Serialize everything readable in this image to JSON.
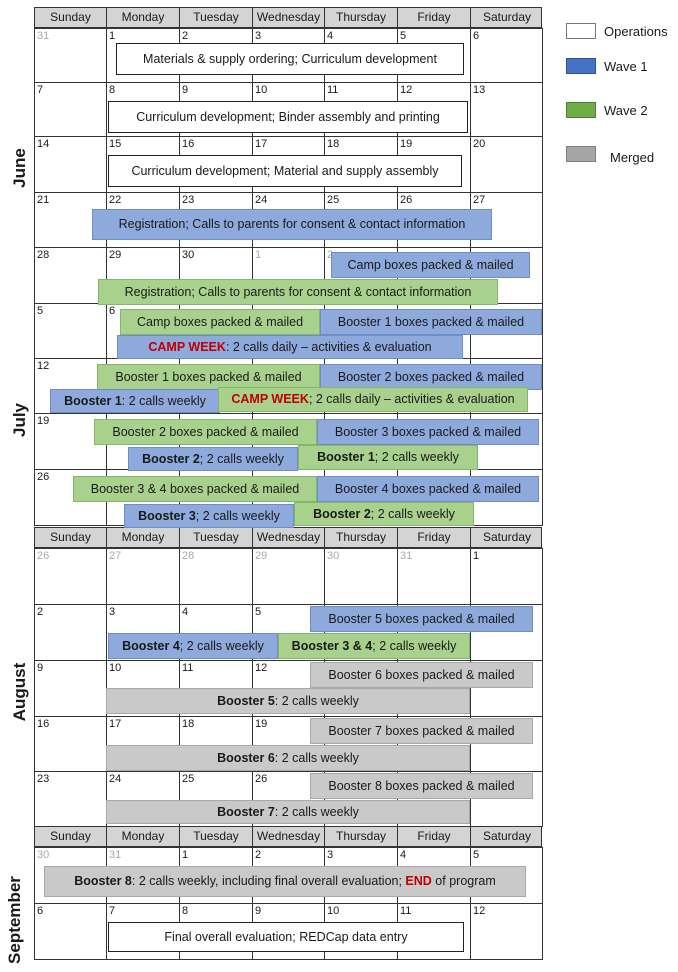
{
  "weekdays": [
    "Sunday",
    "Monday",
    "Tuesday",
    "Wednesday",
    "Thursday",
    "Friday",
    "Saturday"
  ],
  "months": [
    "June",
    "July",
    "August",
    "September"
  ],
  "legend": [
    {
      "label": "Operations",
      "color": "#ffffff"
    },
    {
      "label": "Wave 1",
      "color": "#4472c4"
    },
    {
      "label": "Wave 2",
      "color": "#70ad47"
    },
    {
      "label": "Merged",
      "color": "#a6a6a6"
    }
  ],
  "june_days": [
    "31",
    "1",
    "2",
    "3",
    "4",
    "5",
    "6",
    "7",
    "8",
    "9",
    "10",
    "11",
    "12",
    "13",
    "14",
    "15",
    "16",
    "17",
    "18",
    "19",
    "20",
    "21",
    "22",
    "23",
    "24",
    "25",
    "26",
    "27",
    "28",
    "29",
    "30",
    "1",
    "2"
  ],
  "july_days": [
    "5",
    "6",
    "12",
    "19",
    "26"
  ],
  "aug_days": [
    "26",
    "27",
    "28",
    "29",
    "30",
    "31",
    "1",
    "2",
    "3",
    "4",
    "5",
    "9",
    "10",
    "11",
    "12",
    "16",
    "17",
    "18",
    "19",
    "23",
    "24",
    "25",
    "26"
  ],
  "sep_days": [
    "30",
    "31",
    "1",
    "2",
    "3",
    "4",
    "5",
    "6",
    "7",
    "8",
    "9",
    "10",
    "11",
    "12"
  ],
  "bars": {
    "jun_w1": "Materials & supply ordering; Curriculum development",
    "jun_w2": "Curriculum development; Binder assembly and printing",
    "jun_w3": "Curriculum development; Material and supply assembly",
    "jun_w4": "Registration; Calls to parents for consent & contact information",
    "jun_w5a": "Camp boxes packed & mailed",
    "jun_w5b": "Registration; Calls to parents for consent & contact information",
    "jul_a1": "Camp boxes packed & mailed",
    "jul_a2": "Booster 1 boxes packed & mailed",
    "jul_a3_b": "CAMP WEEK",
    "jul_a3_t": ": 2 calls daily – activities & evaluation",
    "jul_b1": "Booster 1 boxes packed & mailed",
    "jul_b2": "Booster 2 boxes packed & mailed",
    "jul_b3_b": "Booster 1",
    "jul_b3_t": ": 2 calls weekly",
    "jul_b4_b": "CAMP WEEK",
    "jul_b4_t": "; 2 calls daily – activities & evaluation",
    "jul_c1": "Booster 2 boxes packed & mailed",
    "jul_c2": "Booster 3 boxes packed & mailed",
    "jul_c3_b": "Booster 2",
    "jul_c3_t": "; 2 calls weekly",
    "jul_c4_b": "Booster 1",
    "jul_c4_t": "; 2 calls weekly",
    "jul_d1": "Booster 3 & 4 boxes packed & mailed",
    "jul_d2": "Booster 4 boxes packed & mailed",
    "jul_d3_b": "Booster 3",
    "jul_d3_t": "; 2 calls weekly",
    "jul_d4_b": "Booster 2",
    "jul_d4_t": "; 2 calls weekly",
    "aug_a1": "Booster 5 boxes packed & mailed",
    "aug_a2_b": "Booster 4",
    "aug_a2_t": "; 2 calls weekly",
    "aug_a3_b": "Booster 3 & 4",
    "aug_a3_t": "; 2 calls weekly",
    "aug_b1": "Booster 6 boxes packed & mailed",
    "aug_b2_b": "Booster 5",
    "aug_b2_t": ": 2 calls weekly",
    "aug_c1": "Booster 7 boxes packed & mailed",
    "aug_c2_b": "Booster 6",
    "aug_c2_t": ": 2 calls weekly",
    "aug_d1": "Booster 8 boxes packed & mailed",
    "aug_d2_b": "Booster 7",
    "aug_d2_t": ": 2 calls weekly",
    "sep_a_b": "Booster 8",
    "sep_a_t": ": 2 calls weekly, including final overall evaluation; ",
    "sep_a_red": "END",
    "sep_a_t2": " of program",
    "sep_b": "Final overall evaluation; REDCap data entry"
  }
}
